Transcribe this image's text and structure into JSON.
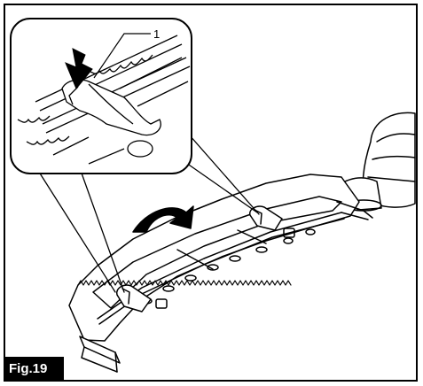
{
  "figure": {
    "label": "Fig.19",
    "callouts": [
      {
        "number": "1",
        "target": "lever-clip"
      }
    ]
  },
  "colors": {
    "ink": "#000000",
    "paper": "#ffffff",
    "label_bg": "#000000",
    "label_text": "#ffffff"
  },
  "icons": [
    "push-arrow-icon",
    "rotate-arrow-icon"
  ]
}
